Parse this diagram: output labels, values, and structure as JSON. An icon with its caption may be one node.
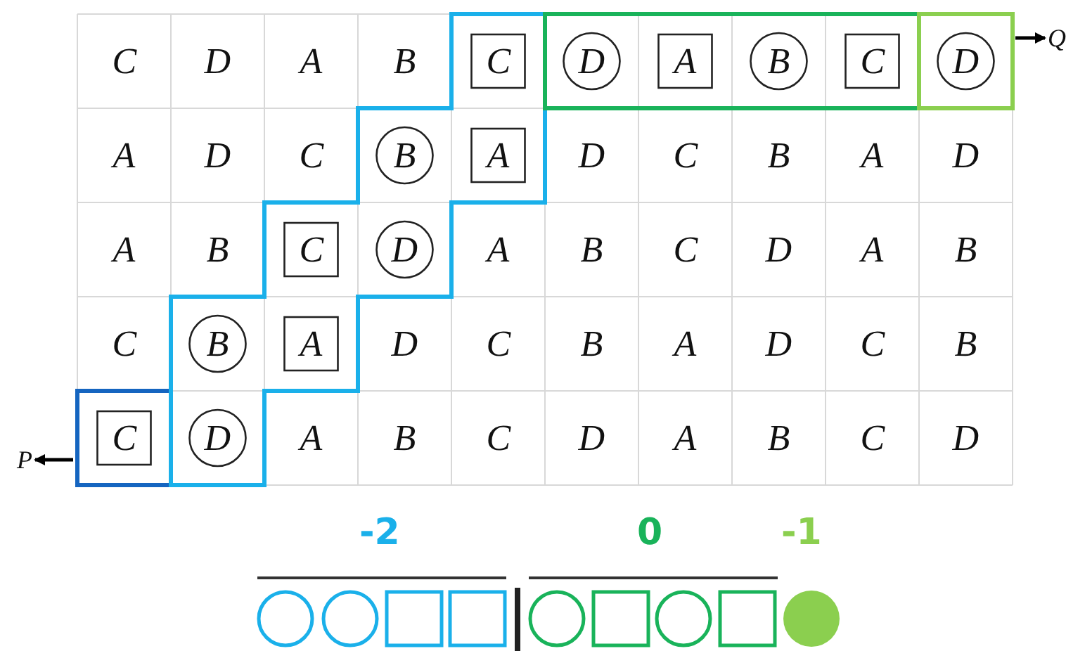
{
  "diagram": {
    "nodes": [
      {
        "text": [
          "Q"
        ]
      },
      {
        "text": [
          "P"
        ]
      }
    ],
    "edges": [
      {
        "from": null,
        "to": 0,
        "arrow": "to"
      },
      {
        "from": null,
        "to": 1,
        "arrow": "to"
      }
    ],
    "labels": [
      "C",
      "D",
      "A",
      "B",
      "C",
      "D",
      "A",
      "B",
      "C",
      "D",
      "A",
      "D",
      "C",
      "B",
      "A",
      "D",
      "C",
      "B",
      "A",
      "D",
      "A",
      "B",
      "C",
      "D",
      "A",
      "B",
      "C",
      "D",
      "A",
      "B",
      "C",
      "B",
      "A",
      "D",
      "C",
      "B",
      "A",
      "D",
      "C",
      "B",
      "C",
      "D",
      "A",
      "B",
      "C",
      "D",
      "A",
      "B",
      "C",
      "D",
      "-2",
      "0",
      "-1"
    ]
  }
}
